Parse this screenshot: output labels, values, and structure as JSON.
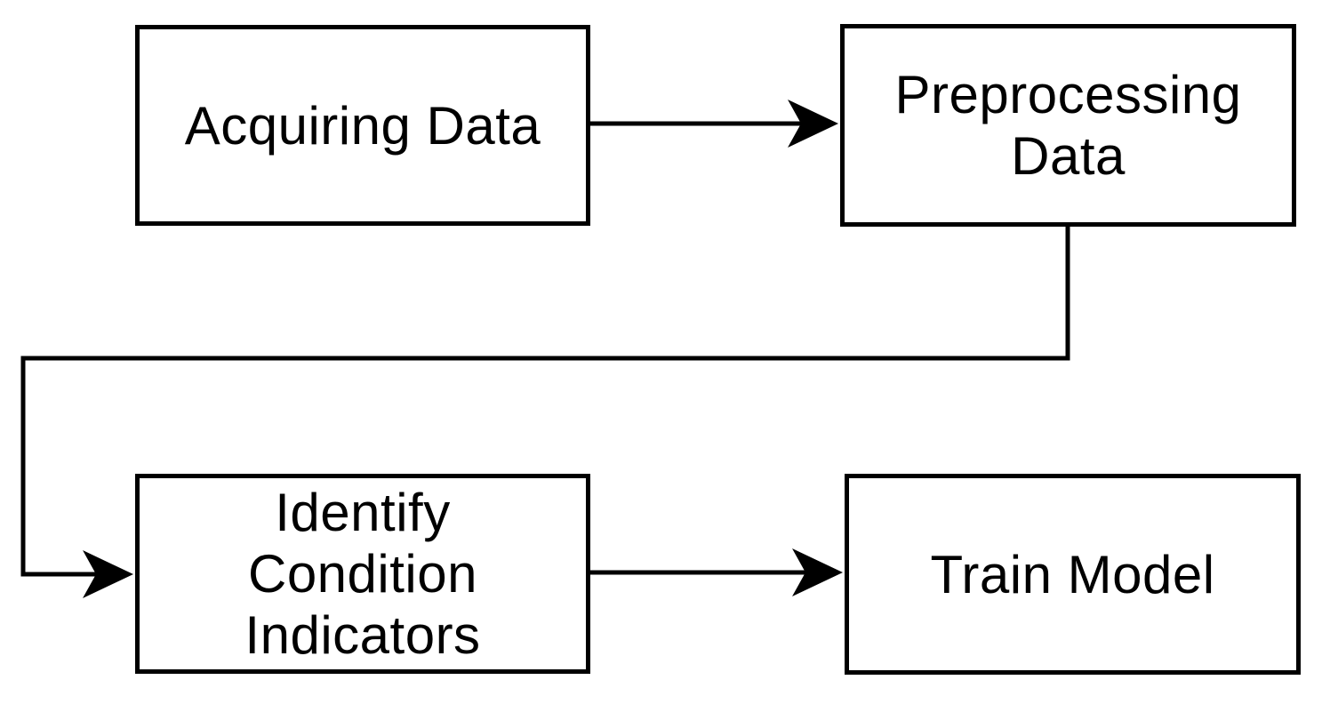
{
  "diagram": {
    "type": "flowchart",
    "background_color": "#ffffff",
    "line_color": "#000000",
    "text_color": "#000000",
    "nodes": [
      {
        "id": "acquiring-data",
        "label": "Acquiring Data"
      },
      {
        "id": "preprocessing-data",
        "label": "Preprocessing\nData"
      },
      {
        "id": "identify-condition-indicators",
        "label": "Identify\nCondition\nIndicators"
      },
      {
        "id": "train-model",
        "label": "Train Model"
      }
    ],
    "edges": [
      {
        "from": "acquiring-data",
        "to": "preprocessing-data",
        "style": "straight-arrow"
      },
      {
        "from": "preprocessing-data",
        "to": "identify-condition-indicators",
        "style": "elbow-arrow"
      },
      {
        "from": "identify-condition-indicators",
        "to": "train-model",
        "style": "straight-arrow"
      }
    ]
  }
}
